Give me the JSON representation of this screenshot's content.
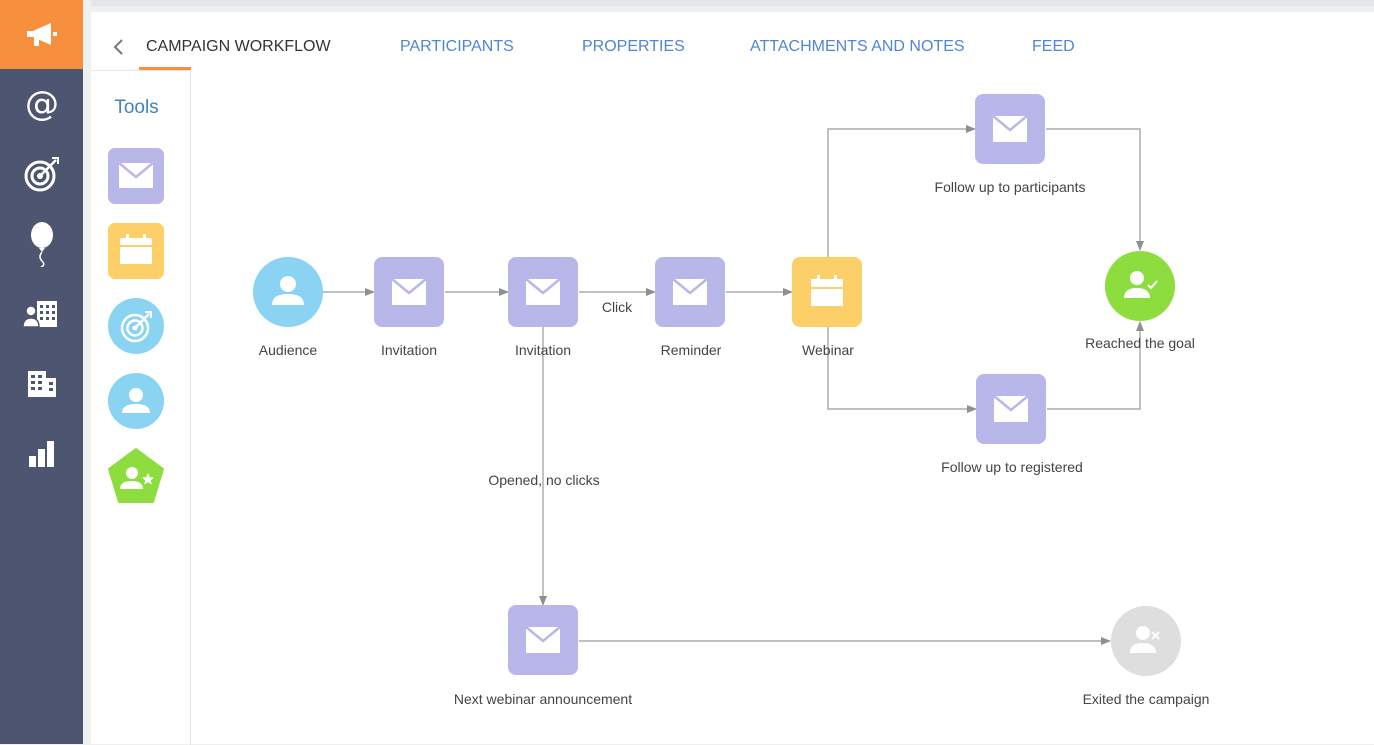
{
  "sidebar": {
    "items": [
      {
        "name": "campaigns-icon"
      },
      {
        "name": "email-icon"
      },
      {
        "name": "target-icon"
      },
      {
        "name": "balloon-icon"
      },
      {
        "name": "contacts-icon"
      },
      {
        "name": "accounts-icon"
      },
      {
        "name": "analytics-icon"
      }
    ],
    "colors": {
      "bg": "#4d5570",
      "active": "#f7903d"
    }
  },
  "tabs": [
    {
      "label": "CAMPAIGN WORKFLOW",
      "active": true
    },
    {
      "label": "PARTICIPANTS"
    },
    {
      "label": "PROPERTIES"
    },
    {
      "label": "ATTACHMENTS AND NOTES"
    },
    {
      "label": "FEED"
    }
  ],
  "tools": {
    "title": "Tools",
    "items": [
      "email-tool",
      "event-tool",
      "goal-tool",
      "audience-tool",
      "segment-tool"
    ]
  },
  "workflow": {
    "nodes": {
      "audience": "Audience",
      "invitation1": "Invitation",
      "invitation2": "Invitation",
      "reminder": "Reminder",
      "webinar": "Webinar",
      "followup_participants": "Follow up to participants",
      "followup_registered": "Follow up to registered",
      "goal": "Reached the goal",
      "next_webinar": "Next webinar announcement",
      "exit": "Exited the campaign"
    },
    "edges": {
      "click": "Click",
      "opened_no_clicks": "Opened, no clicks"
    }
  },
  "colors": {
    "email": "#b9b6ea",
    "event": "#fdcf69",
    "audience": "#8ad3f2",
    "goal": "#8ddd3e",
    "exit": "#dedede",
    "accent": "#f7903d",
    "link": "#4f86d6"
  }
}
